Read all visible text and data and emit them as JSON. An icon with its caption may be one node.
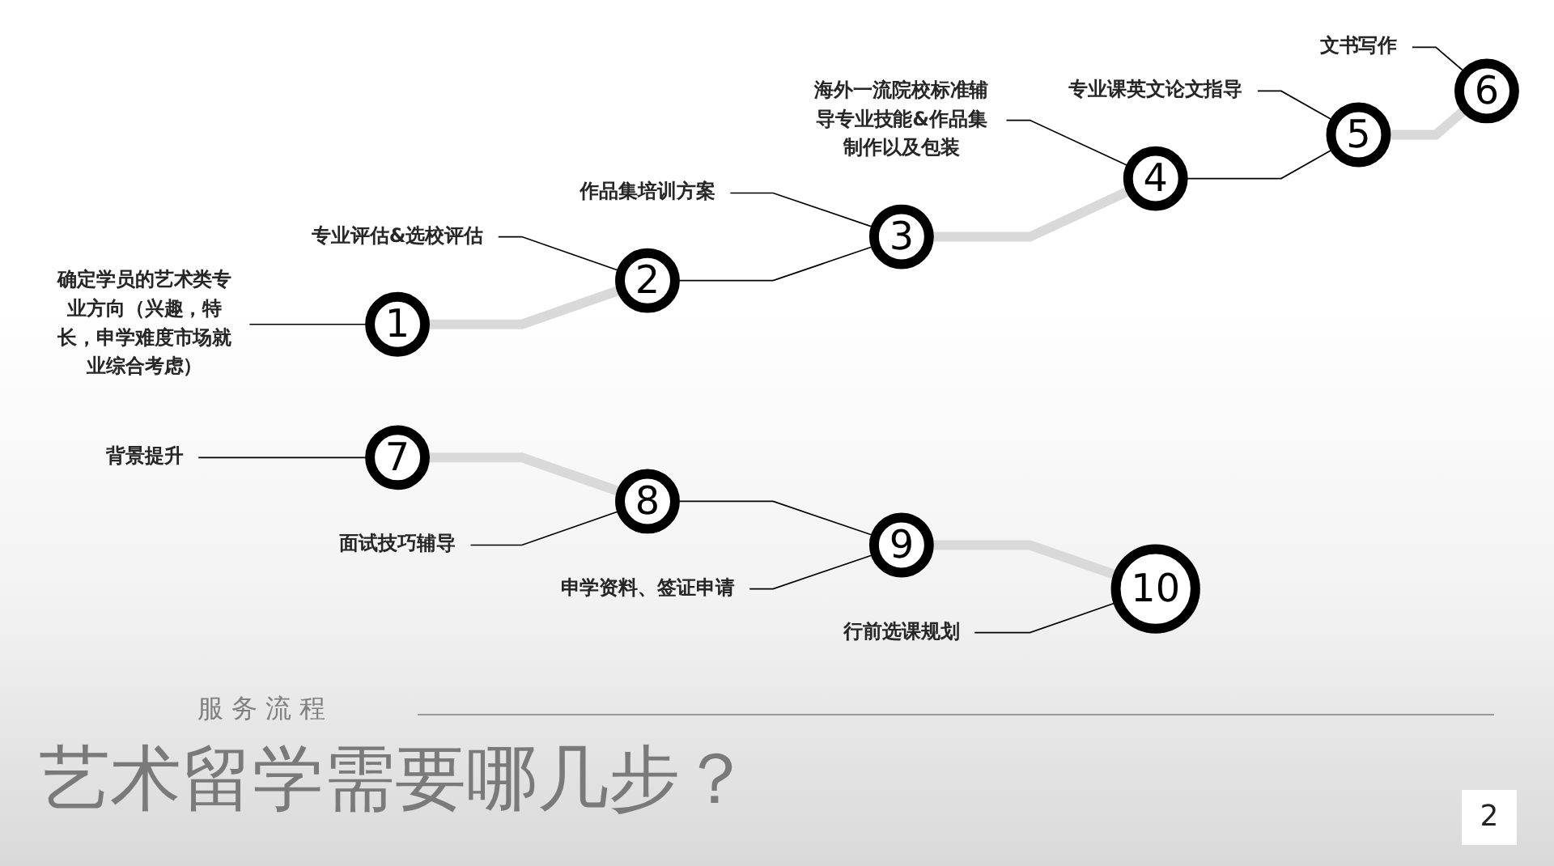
{
  "diagram": {
    "title": "艺术留学需要哪几步？",
    "nodes": [
      {
        "text": [
          "确定学员的艺术类专业方向（兴趣，特长，申学难度市场就业综合考虑）"
        ]
      },
      {
        "text": [
          "专业评估&选校评估"
        ]
      },
      {
        "text": [
          "作品集培训方案"
        ]
      },
      {
        "text": [
          "海外一流院校标准辅导专业技能&作品集制作以及包装"
        ]
      },
      {
        "text": [
          "专业课英文论文指导"
        ]
      },
      {
        "text": [
          "文书写作"
        ]
      },
      {
        "text": [
          "1"
        ]
      },
      {
        "text": [
          "2"
        ]
      },
      {
        "text": [
          "3"
        ]
      },
      {
        "text": [
          "4"
        ]
      },
      {
        "text": [
          "5"
        ]
      },
      {
        "text": [
          "6"
        ]
      },
      {
        "text": [
          "7"
        ]
      },
      {
        "text": [
          "8"
        ]
      },
      {
        "text": [
          "9"
        ]
      },
      {
        "text": [
          "10"
        ]
      },
      {
        "text": [
          "背景提升"
        ]
      },
      {
        "text": [
          "面试技巧辅导"
        ]
      },
      {
        "text": [
          "申学资料、签证申请"
        ]
      },
      {
        "text": [
          "行前选课规划"
        ]
      }
    ],
    "edges": [
      {
        "from": 0,
        "to": 6,
        "arrow": "none"
      },
      {
        "from": 1,
        "to": 7,
        "arrow": "none"
      },
      {
        "from": 2,
        "to": 8,
        "arrow": "none"
      },
      {
        "from": 3,
        "to": 9,
        "arrow": "none"
      },
      {
        "from": 4,
        "to": 10,
        "arrow": "none"
      },
      {
        "from": 5,
        "to": 11,
        "arrow": "none"
      },
      {
        "from": 6,
        "to": 7,
        "arrow": "none",
        "style": "thick",
        "color": "#d9d9d9"
      },
      {
        "from": 7,
        "to": 8,
        "arrow": "none"
      },
      {
        "from": 8,
        "to": 9,
        "arrow": "none",
        "style": "thick",
        "color": "#d9d9d9"
      },
      {
        "from": 9,
        "to": 10,
        "arrow": "none"
      },
      {
        "from": 10,
        "to": 11,
        "arrow": "none",
        "style": "thick",
        "color": "#d9d9d9"
      },
      {
        "from": 12,
        "to": 13,
        "arrow": "none",
        "style": "thick",
        "color": "#d9d9d9"
      },
      {
        "from": 13,
        "to": 14,
        "arrow": "none"
      },
      {
        "from": 14,
        "to": 15,
        "arrow": "none",
        "style": "thick",
        "color": "#d9d9d9"
      },
      {
        "from": 16,
        "to": 12,
        "arrow": "none"
      },
      {
        "from": 17,
        "to": 13,
        "arrow": "none"
      },
      {
        "from": 18,
        "to": 14,
        "arrow": "none"
      },
      {
        "from": 19,
        "to": 15,
        "arrow": "none"
      }
    ],
    "labels": [
      "服务流程",
      "2"
    ]
  }
}
